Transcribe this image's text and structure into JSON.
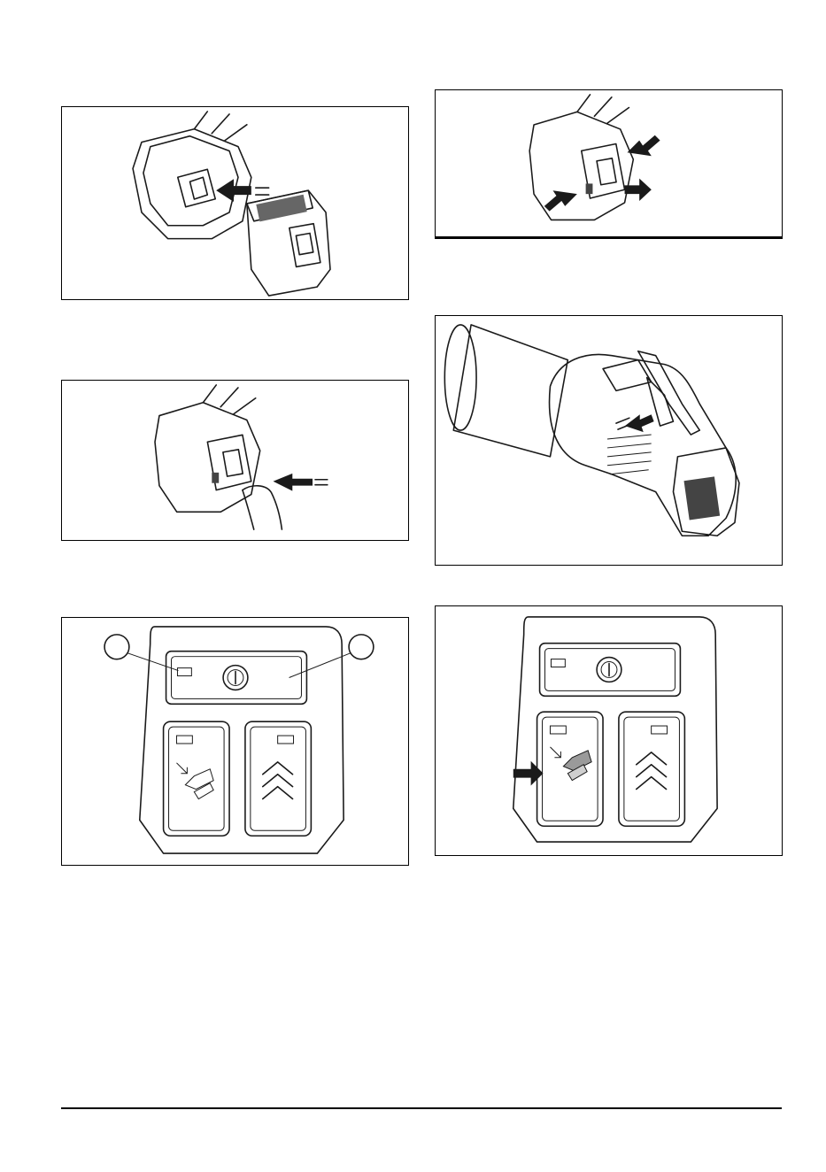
{
  "figures": [
    {
      "id": "fig1",
      "depicts": "battery-insertion"
    },
    {
      "id": "fig2",
      "depicts": "battery-push-in"
    },
    {
      "id": "fig3",
      "depicts": "control-panel-callouts"
    },
    {
      "id": "fig4",
      "depicts": "battery-release"
    },
    {
      "id": "fig5",
      "depicts": "blower-trigger"
    },
    {
      "id": "fig6",
      "depicts": "control-panel-boost"
    }
  ],
  "colors": {
    "ink": "#1a1a1a",
    "shade": "#9a9a9a",
    "light": "#cfcfcf"
  }
}
